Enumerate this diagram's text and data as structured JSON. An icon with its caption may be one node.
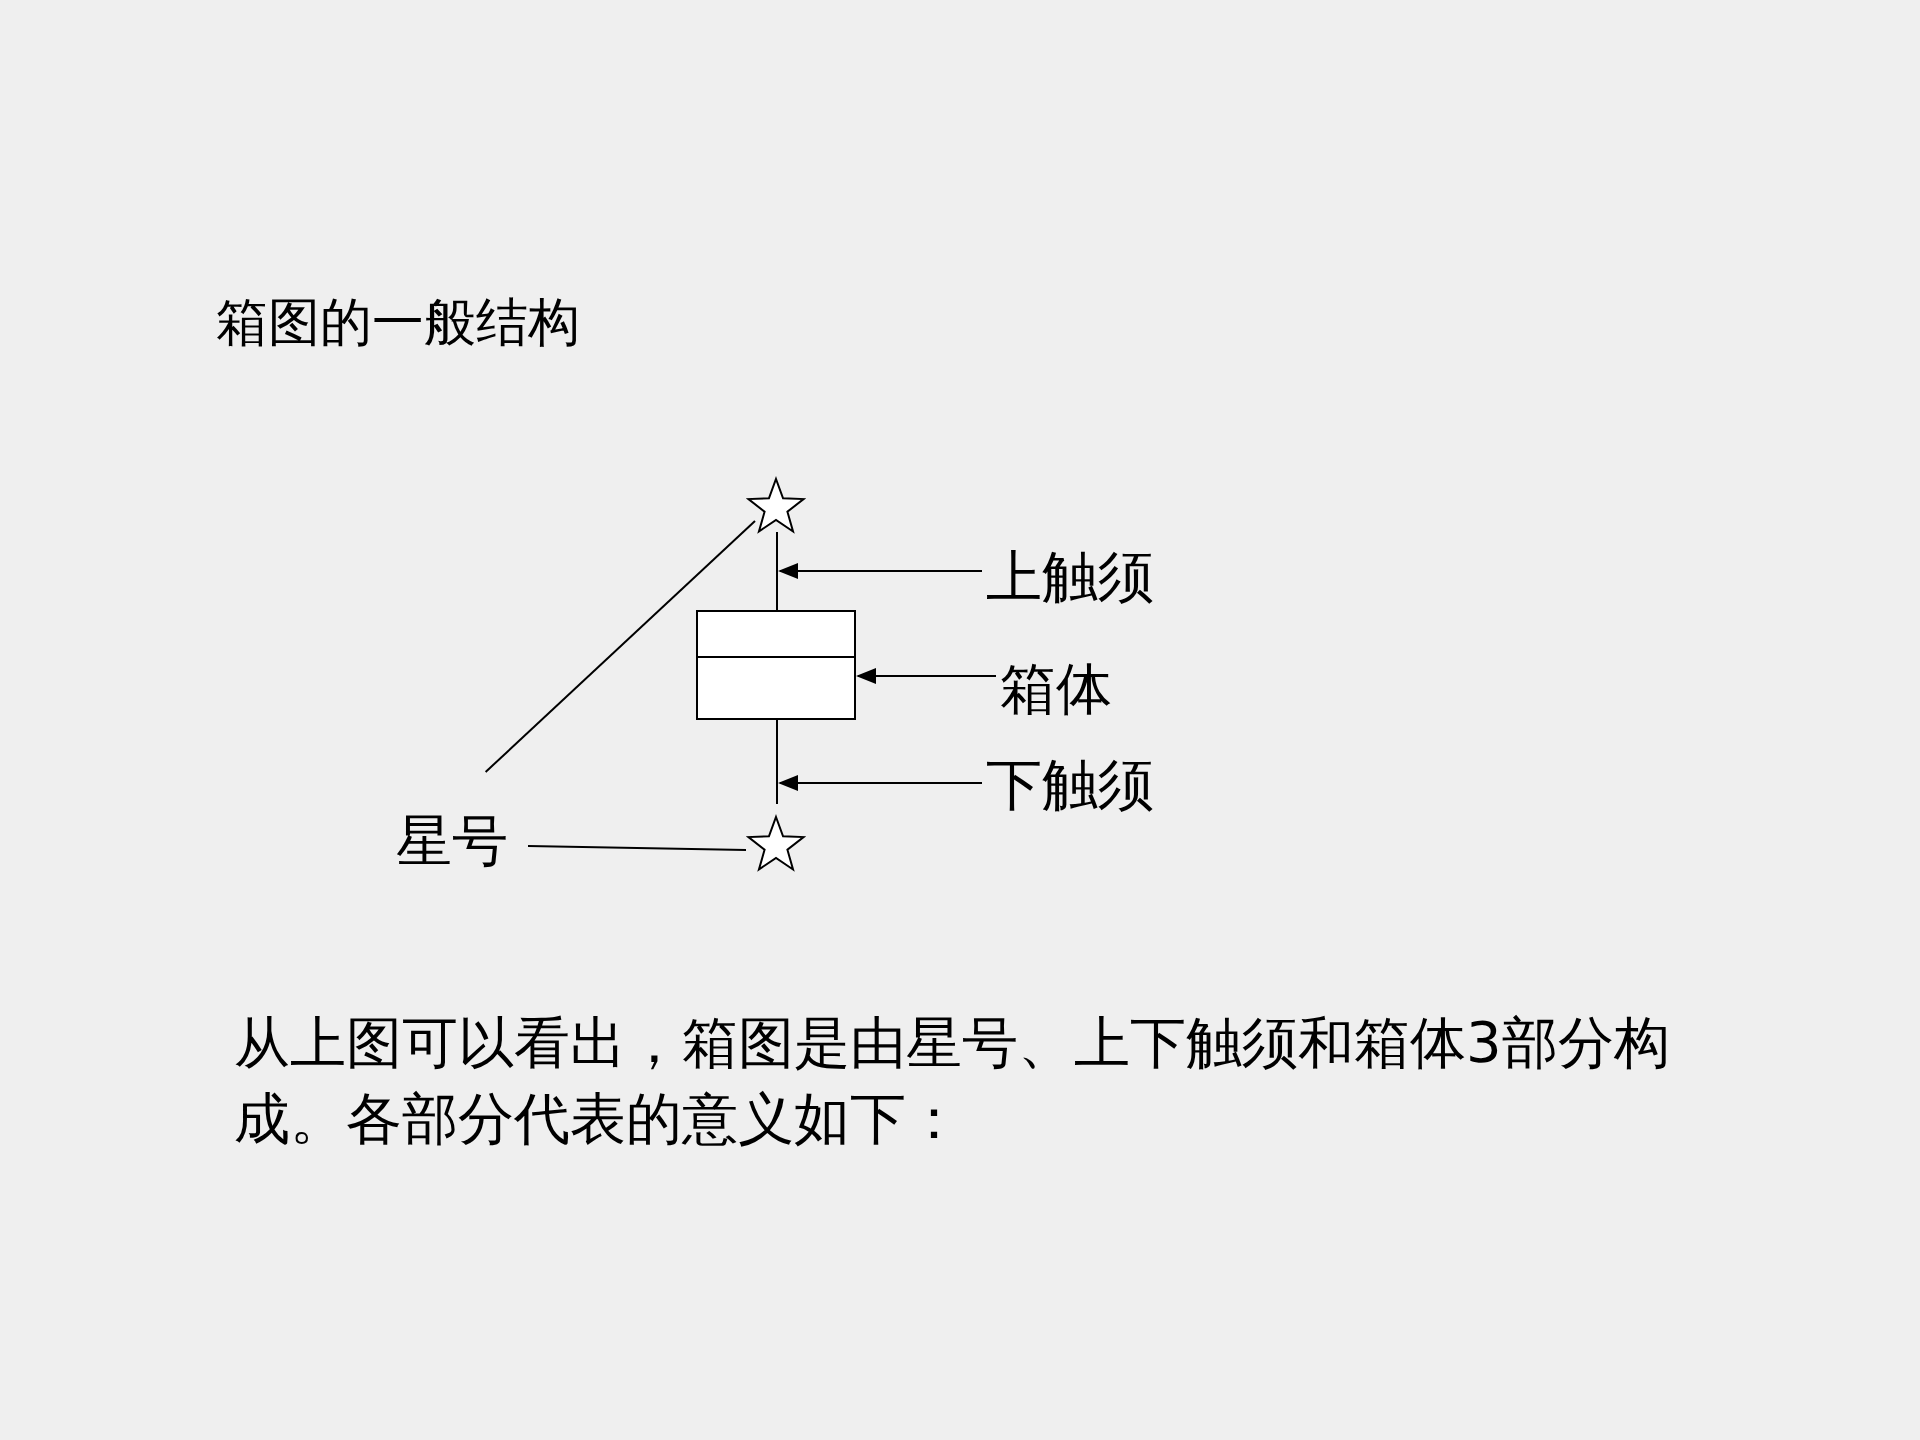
{
  "diagram": {
    "title": "箱图的一般结构",
    "nodes": [
      {
        "text": [
          "上触须"
        ]
      },
      {
        "text": [
          "箱体"
        ]
      },
      {
        "text": [
          "下触须"
        ]
      },
      {
        "text": [
          "星号"
        ]
      },
      {
        "text": [],
        "shape": "star"
      },
      {
        "text": [],
        "shape": "star"
      },
      {
        "text": [],
        "shape": "box"
      },
      {
        "text": [],
        "shape": "line"
      },
      {
        "text": [],
        "shape": "line"
      }
    ],
    "edges": [
      {
        "from": 0,
        "to": 7,
        "arrow": "to"
      },
      {
        "from": 1,
        "to": 6,
        "arrow": "to"
      },
      {
        "from": 2,
        "to": 8,
        "arrow": "to"
      },
      {
        "from": 3,
        "to": 4,
        "arrow": "none"
      },
      {
        "from": 3,
        "to": 5,
        "arrow": "none"
      }
    ],
    "caption": "从上图可以看出，箱图是由星号、上下触须和箱体3部分构成。各部分代表的意义如下："
  }
}
